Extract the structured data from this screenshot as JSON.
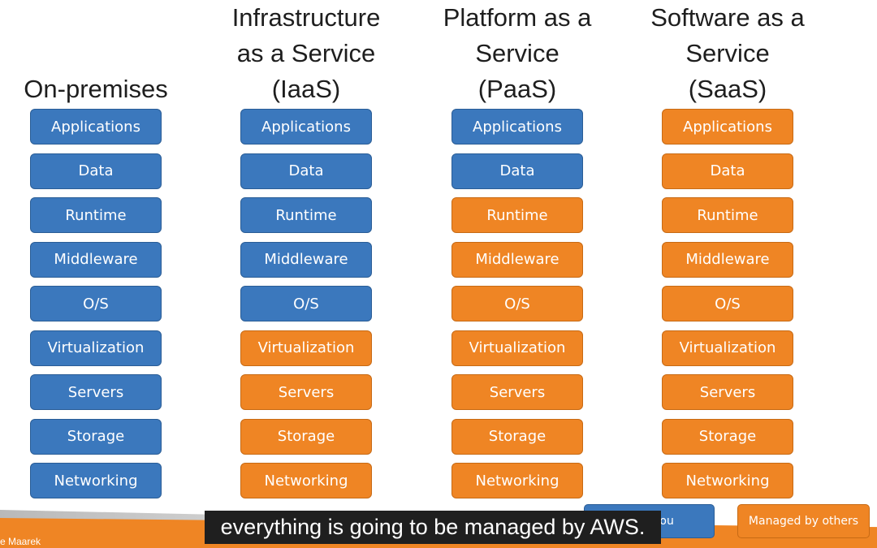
{
  "columns": [
    {
      "title": "On-premises",
      "layers": [
        {
          "label": "Applications",
          "managed": "you"
        },
        {
          "label": "Data",
          "managed": "you"
        },
        {
          "label": "Runtime",
          "managed": "you"
        },
        {
          "label": "Middleware",
          "managed": "you"
        },
        {
          "label": "O/S",
          "managed": "you"
        },
        {
          "label": "Virtualization",
          "managed": "you"
        },
        {
          "label": "Servers",
          "managed": "you"
        },
        {
          "label": "Storage",
          "managed": "you"
        },
        {
          "label": "Networking",
          "managed": "you"
        }
      ]
    },
    {
      "title": "Infrastructure\nas a Service\n(IaaS)",
      "layers": [
        {
          "label": "Applications",
          "managed": "you"
        },
        {
          "label": "Data",
          "managed": "you"
        },
        {
          "label": "Runtime",
          "managed": "you"
        },
        {
          "label": "Middleware",
          "managed": "you"
        },
        {
          "label": "O/S",
          "managed": "you"
        },
        {
          "label": "Virtualization",
          "managed": "others"
        },
        {
          "label": "Servers",
          "managed": "others"
        },
        {
          "label": "Storage",
          "managed": "others"
        },
        {
          "label": "Networking",
          "managed": "others"
        }
      ]
    },
    {
      "title": "Platform as a\nService\n(PaaS)",
      "layers": [
        {
          "label": "Applications",
          "managed": "you"
        },
        {
          "label": "Data",
          "managed": "you"
        },
        {
          "label": "Runtime",
          "managed": "others"
        },
        {
          "label": "Middleware",
          "managed": "others"
        },
        {
          "label": "O/S",
          "managed": "others"
        },
        {
          "label": "Virtualization",
          "managed": "others"
        },
        {
          "label": "Servers",
          "managed": "others"
        },
        {
          "label": "Storage",
          "managed": "others"
        },
        {
          "label": "Networking",
          "managed": "others"
        }
      ]
    },
    {
      "title": "Software as a\nService\n(SaaS)",
      "layers": [
        {
          "label": "Applications",
          "managed": "others"
        },
        {
          "label": "Data",
          "managed": "others"
        },
        {
          "label": "Runtime",
          "managed": "others"
        },
        {
          "label": "Middleware",
          "managed": "others"
        },
        {
          "label": "O/S",
          "managed": "others"
        },
        {
          "label": "Virtualization",
          "managed": "others"
        },
        {
          "label": "Servers",
          "managed": "others"
        },
        {
          "label": "Storage",
          "managed": "others"
        },
        {
          "label": "Networking",
          "managed": "others"
        }
      ]
    }
  ],
  "legend": {
    "you_label": "d by you",
    "others_label": "Managed by others"
  },
  "caption": "everything is going to be managed by AWS.",
  "author": "e Maarek",
  "colors": {
    "managed_by_you": "#3b78bd",
    "managed_by_others": "#ef8524"
  }
}
